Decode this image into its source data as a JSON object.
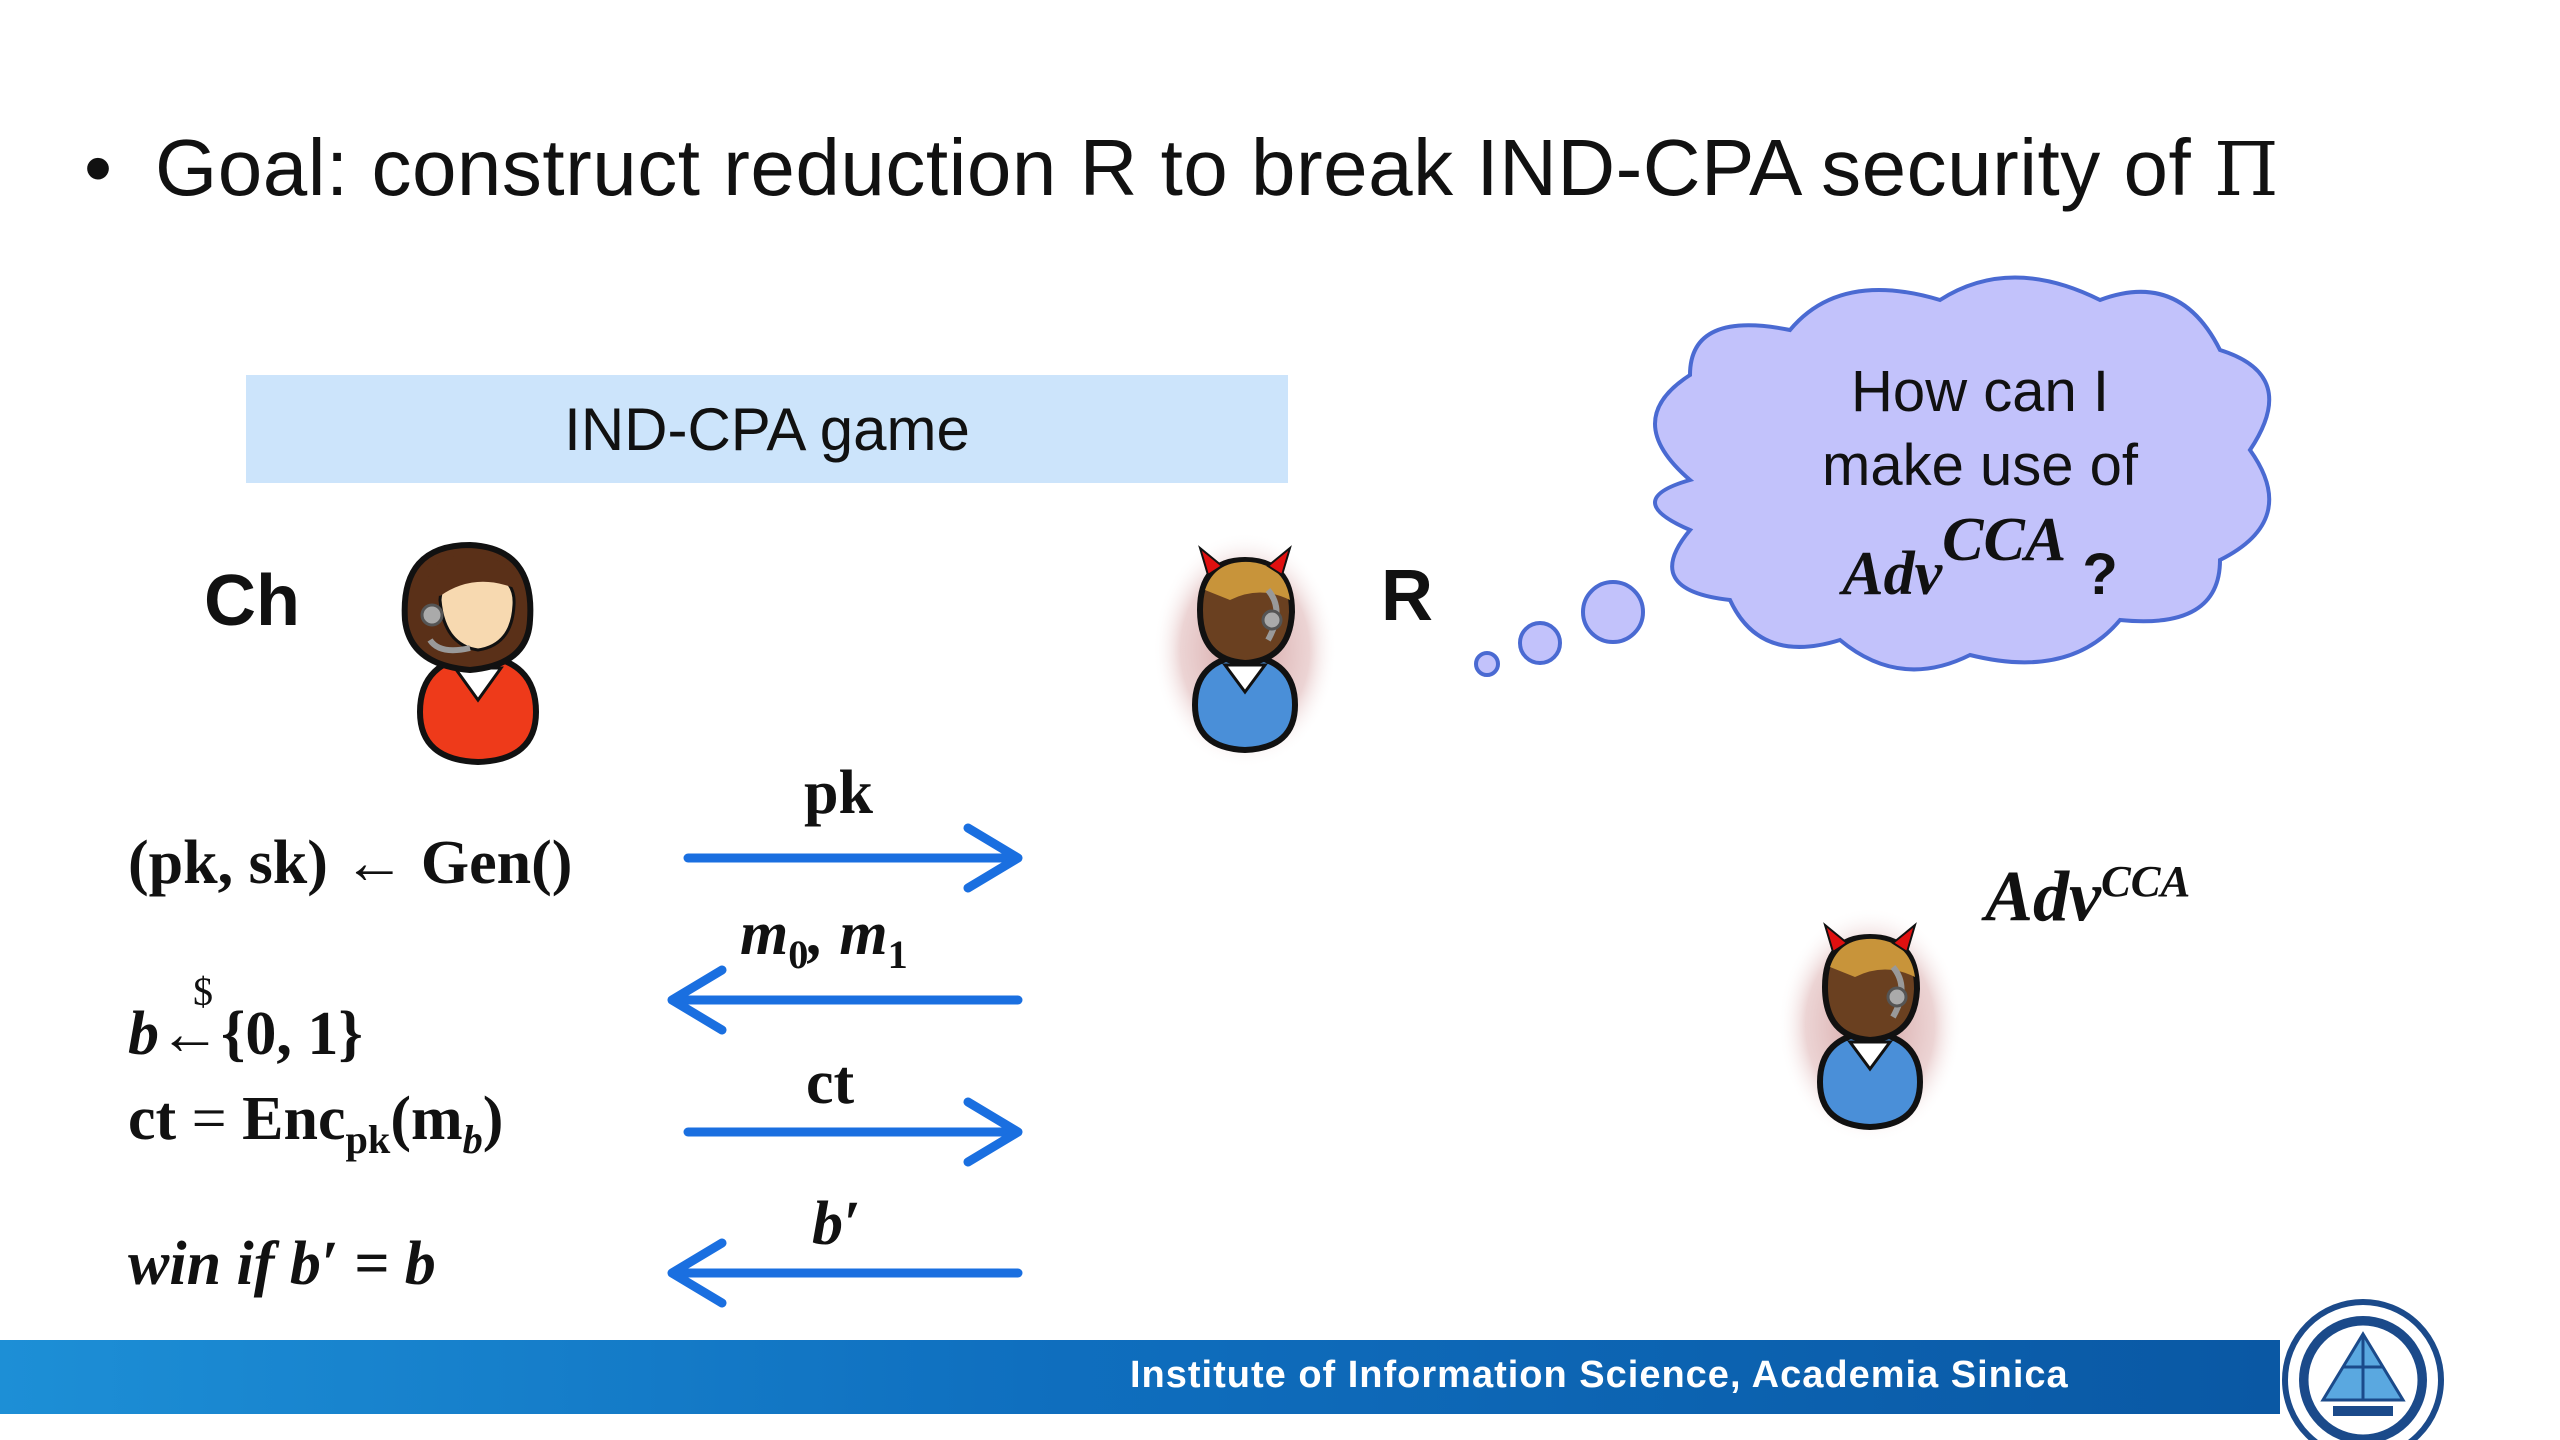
{
  "slide": {
    "bullet": "•",
    "goal_text": "Goal: construct reduction R to break IND-CPA security of ",
    "goal_symbol": "Π"
  },
  "game_banner": "IND-CPA game",
  "parties": {
    "challenger": "Ch",
    "reduction": "R",
    "adversary_base": "Adv",
    "adversary_sup": "CCA"
  },
  "thought_bubble": {
    "line1": "How can I",
    "line2": "make use of",
    "adv_base": "Adv",
    "adv_sup": "CCA",
    "question": "?"
  },
  "challenger_steps": {
    "gen": {
      "lhs": "(pk, sk)",
      "arrow": "←",
      "rhs": "Gen()"
    },
    "sample": {
      "var": "b",
      "dollar": "$",
      "arrow": "←",
      "set": "{0, 1}"
    },
    "enc": {
      "lhs": "ct",
      "eq": "=",
      "func": "Enc",
      "sub": "pk",
      "arg_open": "(m",
      "arg_sub": "b",
      "arg_close": ")"
    },
    "win": {
      "text": "win if b′ = b"
    }
  },
  "messages": {
    "m1": {
      "label": "pk",
      "direction": "right"
    },
    "m2": {
      "label_a": "m",
      "sub_a": "0",
      "sep": ", ",
      "label_b": "m",
      "sub_b": "1",
      "direction": "left"
    },
    "m3": {
      "label": "ct",
      "direction": "right"
    },
    "m4": {
      "label": "b′",
      "direction": "left"
    }
  },
  "footer": {
    "text": "Institute of Information Science, Academia Sinica"
  },
  "colors": {
    "arrow": "#1a6fe0",
    "banner": "#cce4fb",
    "cloud": "#c2c2fb",
    "cloud_stroke": "#4a6ad2",
    "footer": "#0f6fbf"
  }
}
